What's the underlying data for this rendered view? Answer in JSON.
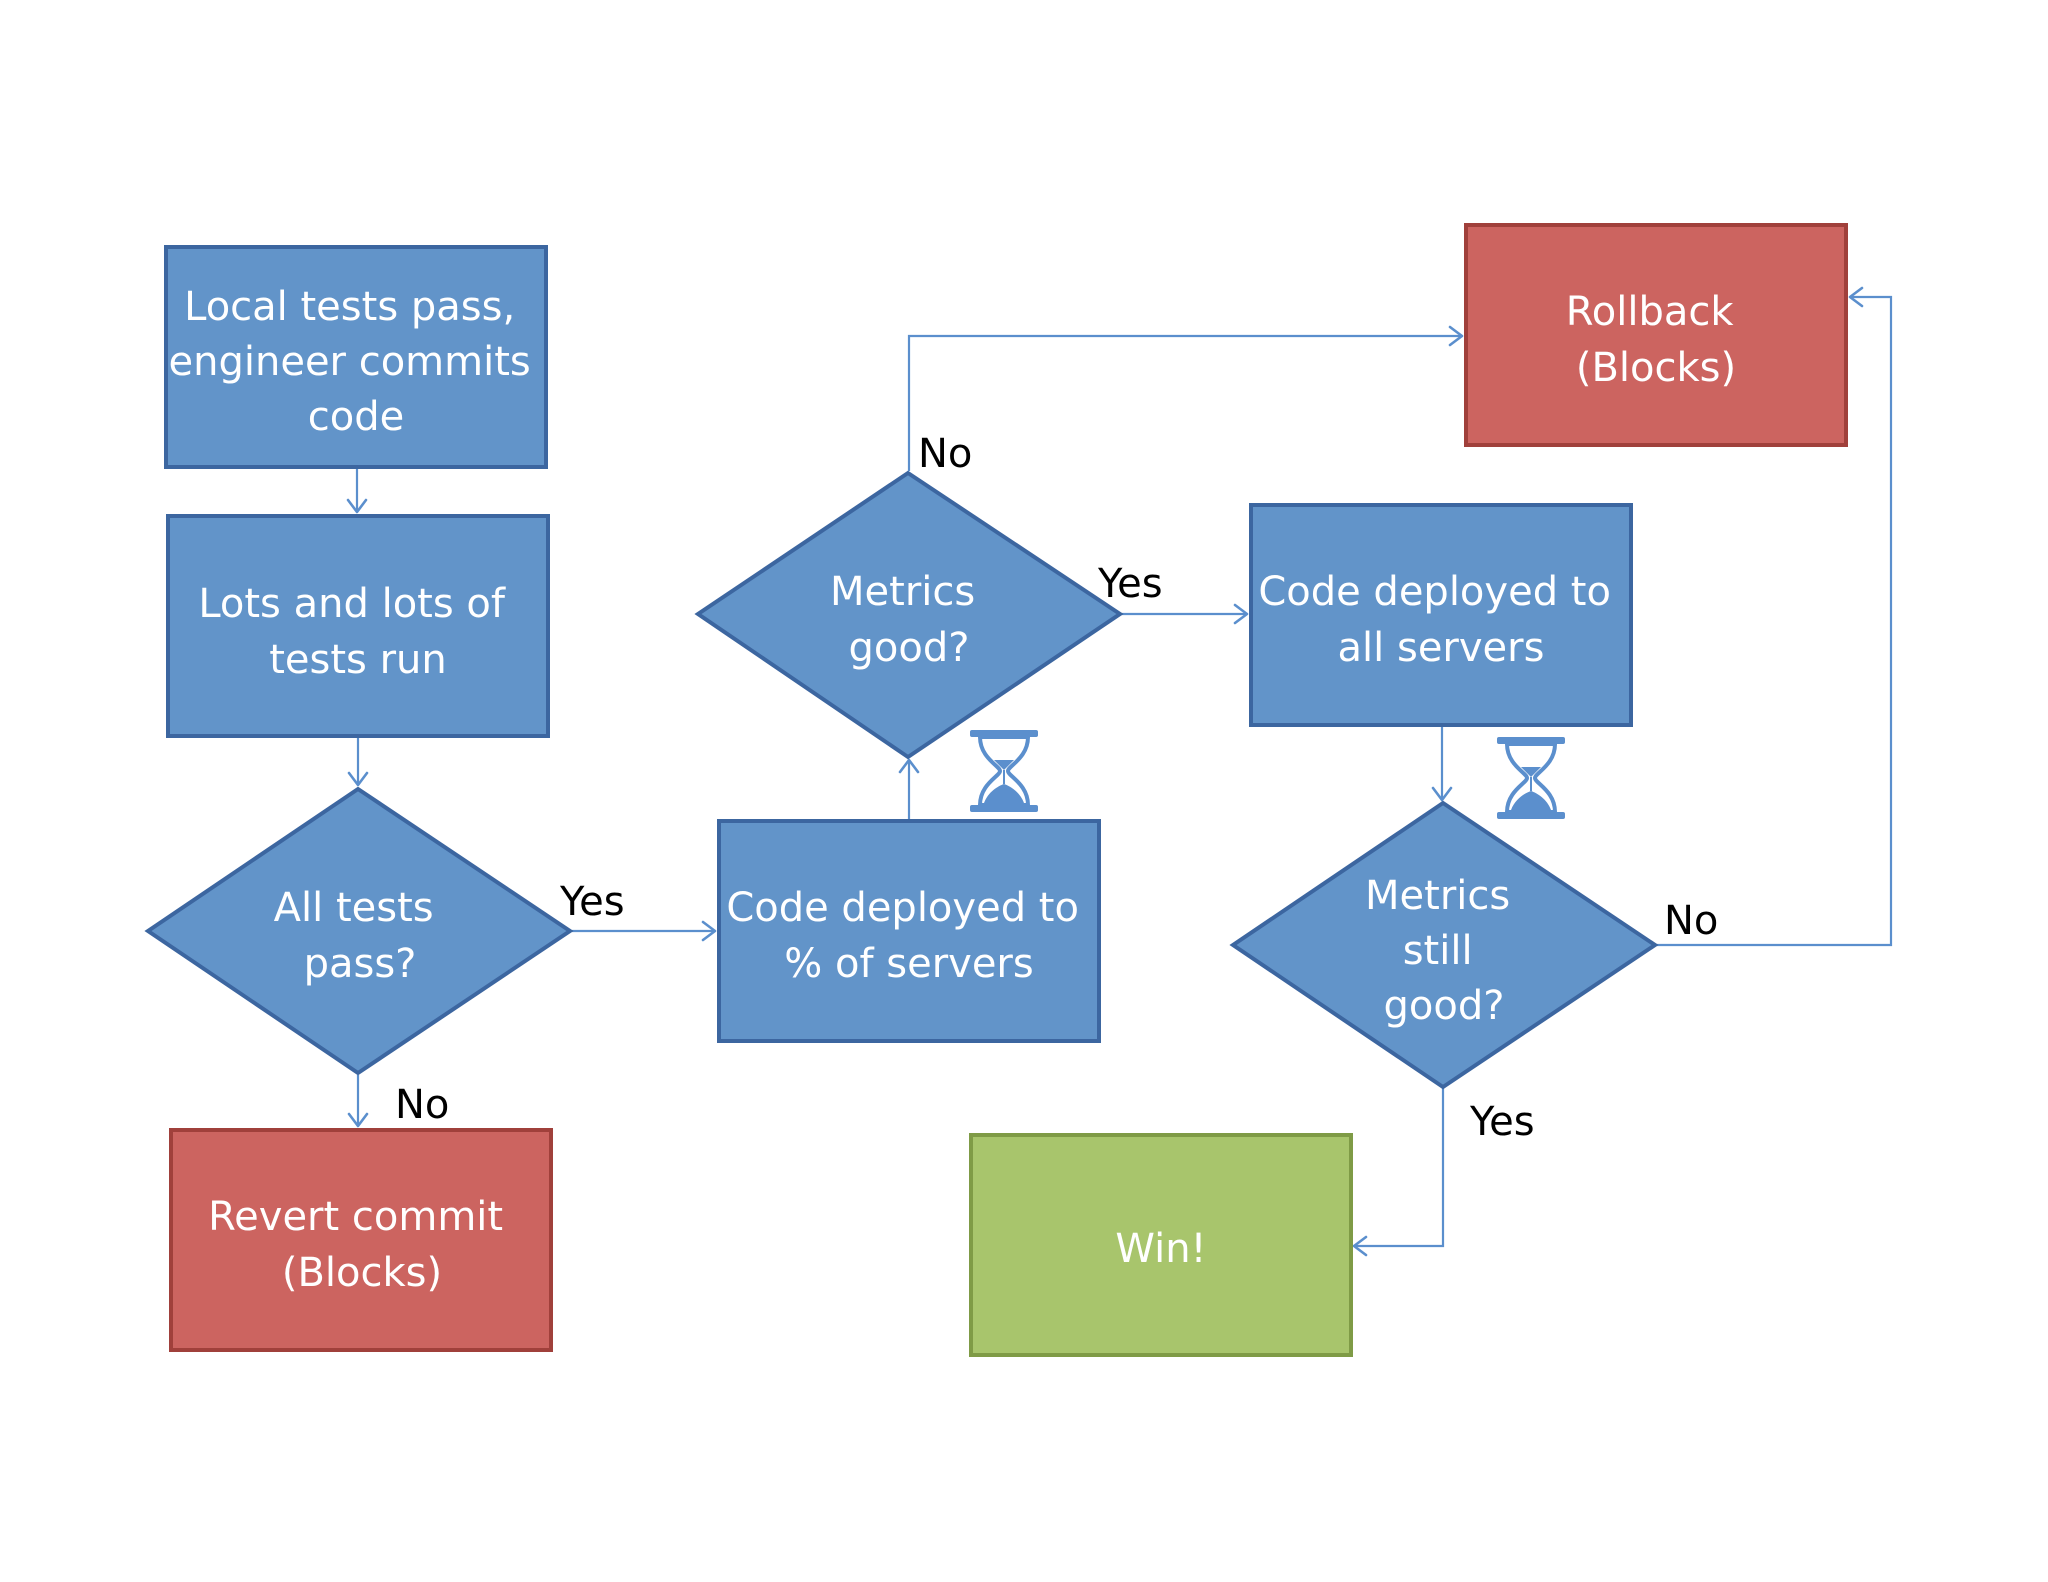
{
  "nodes": {
    "local_tests": {
      "lines": [
        "Local tests pass,",
        "engineer commits",
        "code"
      ],
      "color": "#6294c9"
    },
    "tests_run": {
      "lines": [
        "Lots and lots of",
        "tests run"
      ],
      "color": "#6294c9"
    },
    "all_tests_pass": {
      "lines": [
        "All tests",
        "pass?"
      ],
      "color": "#6294c9"
    },
    "revert_commit": {
      "lines": [
        "Revert commit",
        "(Blocks)"
      ],
      "color": "#cc6460"
    },
    "deployed_percent": {
      "lines": [
        "Code deployed to",
        "% of servers"
      ],
      "color": "#6294c9"
    },
    "metrics_good": {
      "lines": [
        "Metrics",
        "good?"
      ],
      "color": "#6294c9"
    },
    "rollback": {
      "lines": [
        "Rollback",
        "(Blocks)"
      ],
      "color": "#cc6460"
    },
    "deployed_all": {
      "lines": [
        "Code deployed to",
        "all servers"
      ],
      "color": "#6294c9"
    },
    "metrics_still_good": {
      "lines": [
        "Metrics",
        "still",
        "good?"
      ],
      "color": "#6294c9"
    },
    "win": {
      "lines": [
        "Win!"
      ],
      "color": "#a8c56c"
    }
  },
  "edge_labels": {
    "all_tests_yes": "Yes",
    "all_tests_no": "No",
    "metrics_yes": "Yes",
    "metrics_no": "No",
    "still_good_no": "No",
    "still_good_yes": "Yes"
  },
  "icons": [
    "hourglass-icon",
    "hourglass-icon"
  ]
}
